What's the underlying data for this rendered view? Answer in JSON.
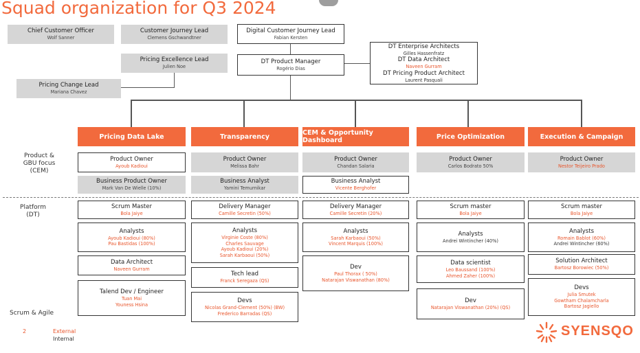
{
  "title": "Squad organization for Q3 2024",
  "page_number": "2",
  "legend": {
    "external": "External",
    "internal": "Internal"
  },
  "logo": "SYENSQO",
  "colors": {
    "accent": "#f26a3d",
    "external_text": "#e8542a",
    "grey_box": "#d6d6d6"
  },
  "leadership": {
    "cco": {
      "role": "Chief Customer Officer",
      "name": "Wolf Sanner"
    },
    "cjl": {
      "role": "Customer Journey Lead",
      "name": "Clemens Gschwandtner"
    },
    "pel": {
      "role": "Pricing Excellence Lead",
      "name": "Julien Noe"
    },
    "pcl": {
      "role": "Pricing Change Lead",
      "name": "Mariana Chavez"
    },
    "dcjl": {
      "role": "Digital Customer Journey Lead",
      "name": "Fabian Kersten"
    },
    "dtpm": {
      "role": "DT Product Manager",
      "name": "Rogério Dias"
    },
    "dtea": {
      "role1": "DT Enterprise Architects",
      "name1": "Gilles Hassenfratz",
      "role2": "DT Data Architect",
      "name2": "Naveen Gurram",
      "role3": "DT Pricing Product Architect",
      "name3": "Laurent Pasquali"
    }
  },
  "row_labels": {
    "product": "Product &\nGBU focus\n(CEM)",
    "platform": "Platform\n(DT)",
    "scrum": "Scrum & Agile"
  },
  "squads": [
    {
      "name": "Pricing Data Lake"
    },
    {
      "name": "Transparency"
    },
    {
      "name": "CEM & Opportunity Dashboard"
    },
    {
      "name": "Price Optimization"
    },
    {
      "name": "Execution & Campaign"
    }
  ],
  "product_owners": [
    {
      "role": "Product Owner",
      "name": "Ayoub Kadioui"
    },
    {
      "role": "Product Owner",
      "name": "Melissa Bahr"
    },
    {
      "role": "Product Owner",
      "name": "Chandan Salaria"
    },
    {
      "role": "Product Owner",
      "name": "Carlos Bodrato 50%"
    },
    {
      "role": "Product Owner",
      "name": "Nestor Teijeiro Prado"
    }
  ],
  "business": [
    {
      "role": "Business Product Owner",
      "name": "Mark Van De Wielle (10%)"
    },
    {
      "role": "Business Analyst",
      "name": "Yamini Temurnikar"
    },
    {
      "role": "Business Analyst",
      "name": "Vicente Berghofer"
    }
  ],
  "platform": {
    "c1": [
      {
        "role": "Scrum Master",
        "names": [
          "Bola Jaiye"
        ]
      },
      {
        "role": "Analysts",
        "names": [
          "Ayoub Kadioui (80%)",
          "Pau Bastidas (100%)"
        ]
      },
      {
        "role": "Data Architect",
        "names": [
          "Naveen Gurram"
        ]
      },
      {
        "role": "Talend Dev / Engineer",
        "names": [
          "Tuan Mai",
          "Youness Hsina"
        ]
      }
    ],
    "c2": [
      {
        "role": "Delivery Manager",
        "names": [
          "Camille Secretin (50%)"
        ]
      },
      {
        "role": "Analysts",
        "names": [
          "Virginie Coste (80%)",
          "Charles Sauvage",
          "Ayoub Kadioui (20%)",
          "Sarah Karbaoui (50%)"
        ]
      },
      {
        "role": "Tech lead",
        "names": [
          "Franck Seregaza (QS)"
        ]
      },
      {
        "role": "Devs",
        "names": [
          "Nicolas Grand-Clement (50%) (BW)",
          "Frederico Barradas (QS)"
        ]
      }
    ],
    "c3": [
      {
        "role": "Delivery Manager",
        "names": [
          "Camille Secretin (20%)"
        ]
      },
      {
        "role": "Analysts",
        "names": [
          "Sarah Karbaoui (50%)",
          "Vincent Marquis (100%)"
        ]
      },
      {
        "role": "Dev",
        "names": [
          "Paul Thorax ( 50%)",
          "Natarajan Viswanathan (80%)"
        ]
      }
    ],
    "c4": [
      {
        "role": "Scrum master",
        "names": [
          "Bola Jaiye"
        ]
      },
      {
        "role": "Analysts",
        "names": [
          "Andrei Wintincher (40%)"
        ]
      },
      {
        "role": "Data scientist",
        "names": [
          "Leo Baussand (100%)",
          "Ahmed Zaher (100%)"
        ]
      },
      {
        "role": "Dev",
        "names": [
          "Natarajan Viswanathan (20%) (QS)"
        ]
      }
    ],
    "c5": [
      {
        "role": "Scrum master",
        "names": [
          "Bola Jaiye"
        ]
      },
      {
        "role": "Analysts",
        "names": [
          "Romain Bablot (60%)",
          "Andrei Wintincher (60%)"
        ]
      },
      {
        "role": "Solution Architect",
        "names": [
          "Bartosz Borowiec (50%)"
        ]
      },
      {
        "role": "Devs",
        "names": [
          "Julia Smutek",
          "Gowtham Chalamcharla",
          "Bartosz Jagiello"
        ]
      }
    ]
  }
}
